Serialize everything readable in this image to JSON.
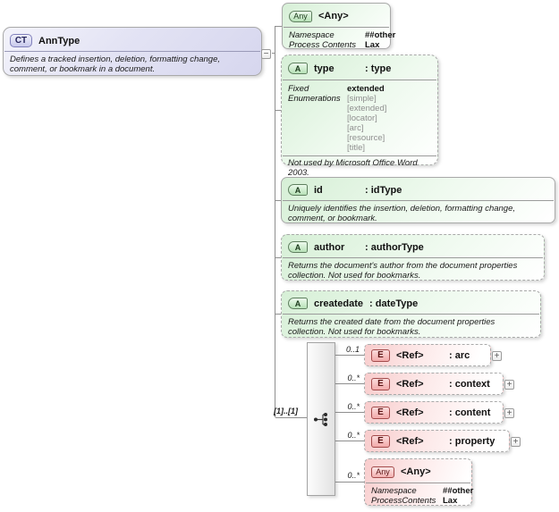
{
  "root": {
    "badge": "CT",
    "title": "AnnType",
    "description": "Defines a tracked insertion, deletion, formatting change, comment, or bookmark in a document.",
    "collapse_glyph": "−"
  },
  "any_top": {
    "badge": "Any",
    "title": "<Any>",
    "props": [
      {
        "name": "Namespace",
        "value": "##other"
      },
      {
        "name": "Process Contents",
        "value": "Lax"
      }
    ]
  },
  "attributes": {
    "type": {
      "badge": "A",
      "name": "type",
      "type": ": type",
      "fixed_label": "Fixed",
      "fixed_value": "extended",
      "enumerations_label": "Enumerations",
      "enumerations": [
        "[simple]",
        "[extended]",
        "[locator]",
        "[arc]",
        "[resource]",
        "[title]"
      ],
      "note": "Not used by Microsoft Office Word 2003."
    },
    "id": {
      "badge": "A",
      "name": "id",
      "type": ": idType",
      "description": "Uniquely identifies the insertion, deletion, formatting change, comment, or bookmark."
    },
    "author": {
      "badge": "A",
      "name": "author",
      "type": ": authorType",
      "description": "Returns the document's author from the document properties collection. Not used for bookmarks."
    },
    "createdate": {
      "badge": "A",
      "name": "createdate",
      "type": ": dateType",
      "description": "Returns the created date from the document properties collection. Not used for bookmarks."
    }
  },
  "sequence": {
    "label": "[1]..[1]"
  },
  "elements": [
    {
      "cardinality": "0..1",
      "badge": "E",
      "name": "<Ref>",
      "type": ": arc",
      "expand_glyph": "+"
    },
    {
      "cardinality": "0..*",
      "badge": "E",
      "name": "<Ref>",
      "type": ": context",
      "expand_glyph": "+"
    },
    {
      "cardinality": "0..*",
      "badge": "E",
      "name": "<Ref>",
      "type": ": content",
      "expand_glyph": "+"
    },
    {
      "cardinality": "0..*",
      "badge": "E",
      "name": "<Ref>",
      "type": ": property",
      "expand_glyph": "+"
    }
  ],
  "any_bottom": {
    "cardinality": "0..*",
    "badge": "Any",
    "title": "<Any>",
    "props": [
      {
        "name": "Namespace",
        "value": "##other"
      },
      {
        "name": "ProcessContents",
        "value": "Lax"
      }
    ]
  },
  "colors": {
    "complex_type_fill": "#dcdcf2",
    "attribute_fill": "#d9f0d9",
    "element_fill": "#f8d2d2",
    "border_gray": "#a9a9a9",
    "line_gray": "#8f8f8f",
    "muted_text": "#8f8f8f"
  }
}
